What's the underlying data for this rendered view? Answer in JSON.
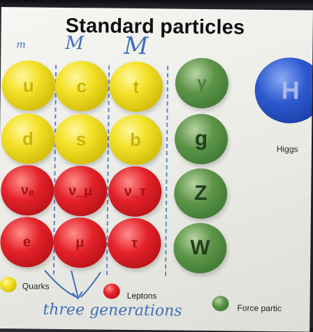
{
  "slide": {
    "title": "Standard particles",
    "quarks": [
      {
        "symbol": "u"
      },
      {
        "symbol": "c"
      },
      {
        "symbol": "t"
      },
      {
        "symbol": "d"
      },
      {
        "symbol": "s"
      },
      {
        "symbol": "b"
      }
    ],
    "leptons": [
      {
        "symbol": "νₑ"
      },
      {
        "symbol": "ν_μ"
      },
      {
        "symbol": "ν_τ"
      },
      {
        "symbol": "e"
      },
      {
        "symbol": "μ"
      },
      {
        "symbol": "τ"
      }
    ],
    "forces": [
      {
        "symbol": "γ"
      },
      {
        "symbol": "g"
      },
      {
        "symbol": "Z"
      },
      {
        "symbol": "W"
      }
    ],
    "higgs": {
      "symbol": "H",
      "label": "Higgs"
    },
    "legend": {
      "quarks": "Quarks",
      "leptons": "Leptons",
      "force": "Force partic"
    },
    "handwriting": {
      "marks": [
        "m",
        "M",
        "M"
      ],
      "caption": "three generations"
    },
    "colors": {
      "quark": "#f0dd22",
      "lepton": "#d81c23",
      "force": "#4e8a3e",
      "higgs": "#2450c4",
      "ink": "#3f6fb8"
    }
  }
}
